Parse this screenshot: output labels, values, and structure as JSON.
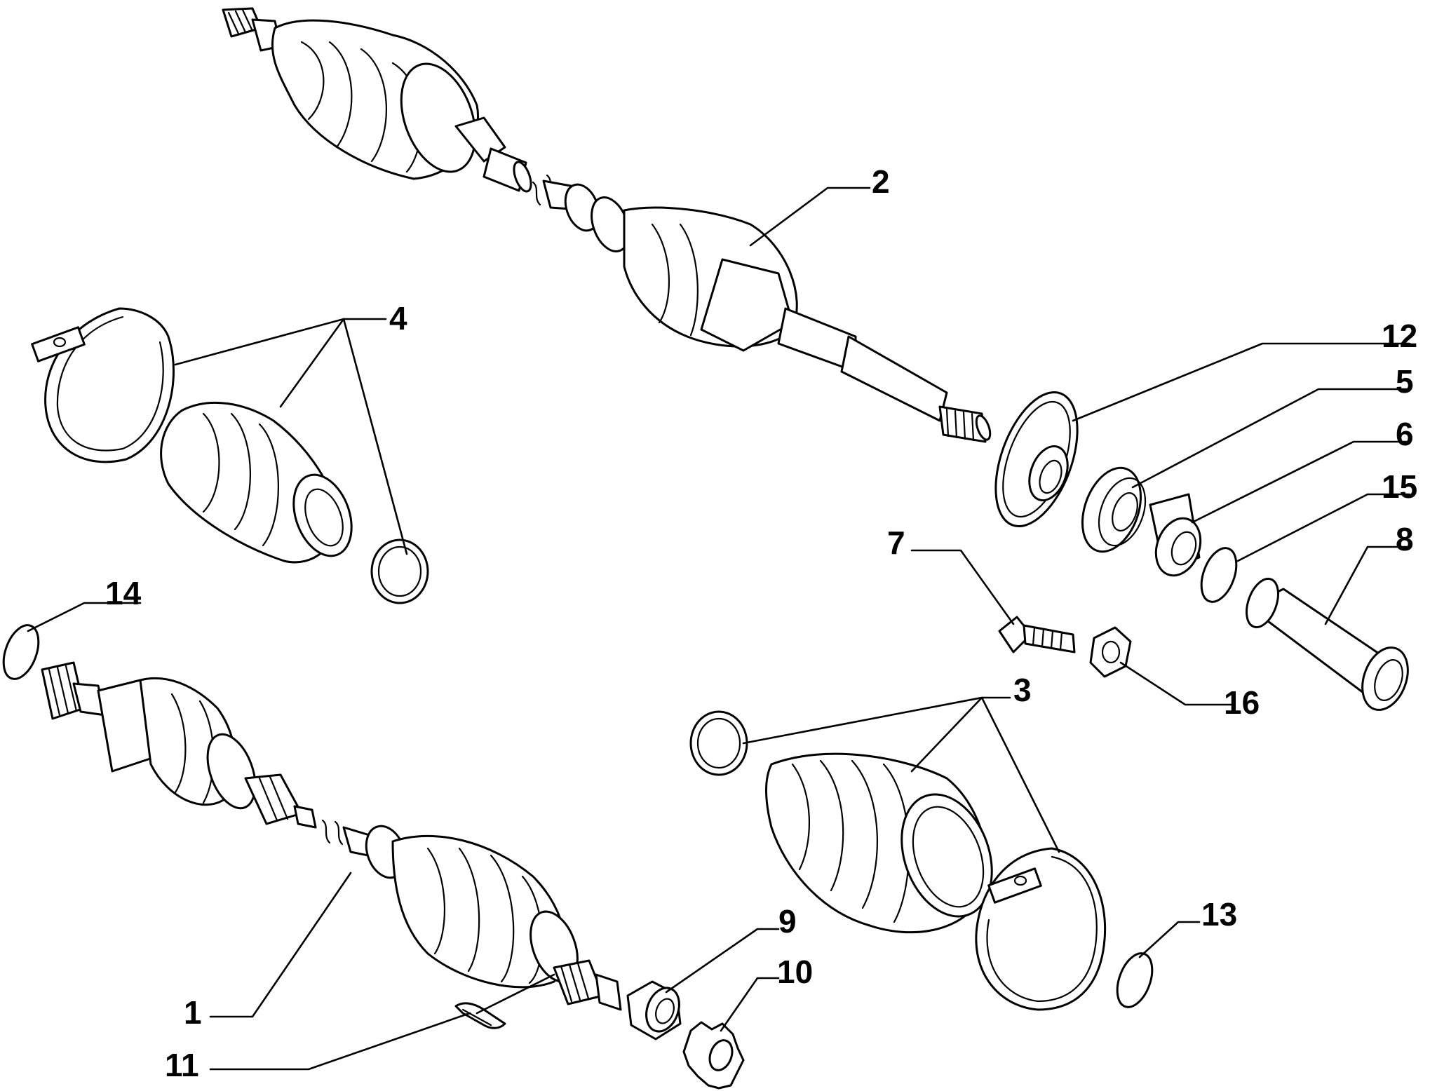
{
  "diagram": {
    "type": "exploded-parts-view",
    "callouts": [
      {
        "id": "c1",
        "label": "1"
      },
      {
        "id": "c2",
        "label": "2"
      },
      {
        "id": "c3",
        "label": "3"
      },
      {
        "id": "c4",
        "label": "4"
      },
      {
        "id": "c5",
        "label": "5"
      },
      {
        "id": "c6",
        "label": "6"
      },
      {
        "id": "c7",
        "label": "7"
      },
      {
        "id": "c8",
        "label": "8"
      },
      {
        "id": "c9",
        "label": "9"
      },
      {
        "id": "c10",
        "label": "10"
      },
      {
        "id": "c11",
        "label": "11"
      },
      {
        "id": "c12",
        "label": "12"
      },
      {
        "id": "c13",
        "label": "13"
      },
      {
        "id": "c14",
        "label": "14"
      },
      {
        "id": "c15",
        "label": "15"
      },
      {
        "id": "c16",
        "label": "16"
      }
    ]
  }
}
